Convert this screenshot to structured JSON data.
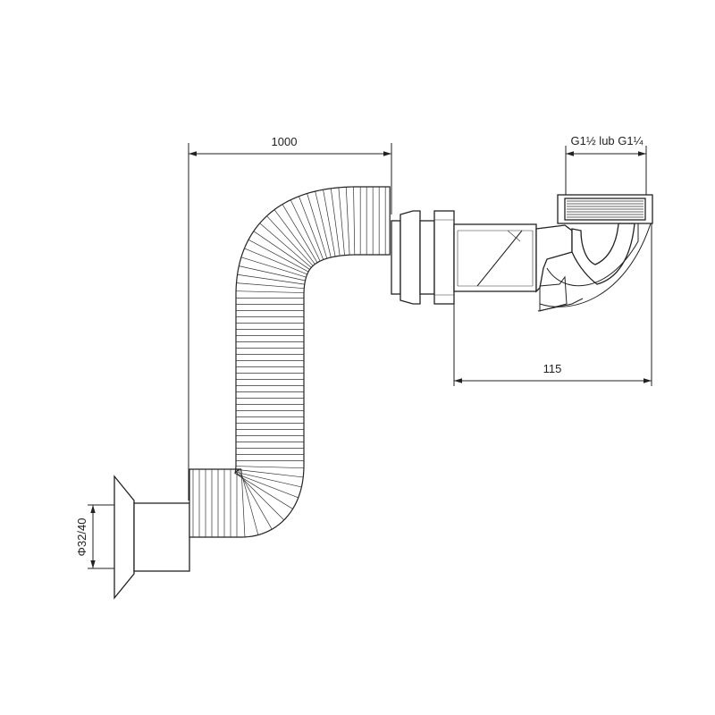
{
  "dimensions": {
    "length": "1000",
    "offset": "115",
    "thread": "G1½ lub G1¼",
    "diameter": "Φ32/40"
  }
}
